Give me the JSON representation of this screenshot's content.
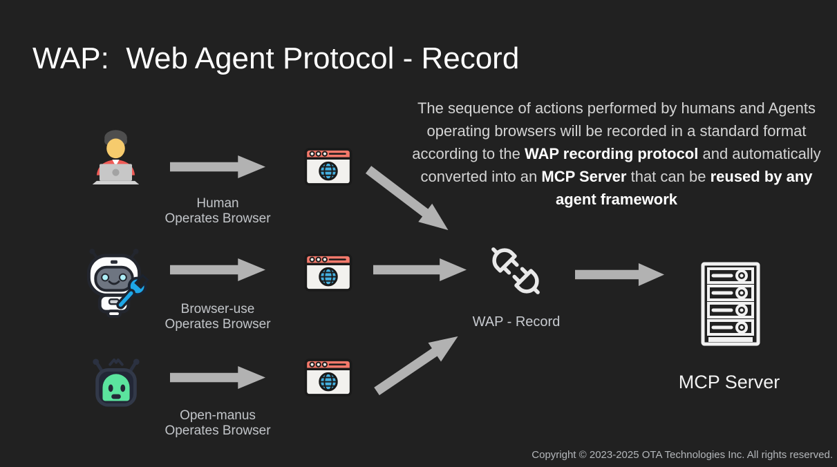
{
  "title": "WAP:  Web Agent Protocol - Record",
  "annotation": {
    "segments": [
      {
        "text": "The sequence of actions performed by humans and Agents operating browsers will be recorded in a standard format according to the ",
        "bold": false
      },
      {
        "text": "WAP recording protocol",
        "bold": true
      },
      {
        "text": " and automatically converted into an ",
        "bold": false
      },
      {
        "text": "MCP Server",
        "bold": true
      },
      {
        "text": " that can be ",
        "bold": false
      },
      {
        "text": "reused by any agent framework",
        "bold": true
      }
    ]
  },
  "rows": [
    {
      "label_line1": "Human",
      "label_line2": "Operates Browser",
      "icon": "human-at-laptop-icon"
    },
    {
      "label_line1": "Browser-use",
      "label_line2": "Operates Browser",
      "icon": "robot-wrench-icon"
    },
    {
      "label_line1": "Open-manus",
      "label_line2": "Operates Browser",
      "icon": "openmanus-robot-icon"
    }
  ],
  "nodes": {
    "wap_label": "WAP - Record",
    "mcp_label": "MCP Server"
  },
  "footer": {
    "copyright": "Copyright © 2023-2025 OTA Technologies Inc. All rights reserved."
  },
  "colors": {
    "background": "#212121",
    "arrow": "#b2b2b2",
    "title_text": "#ffffff",
    "body_text": "#d4d4d4",
    "muted_label_text": "#c2c5c9",
    "bold_text": "#ffffff",
    "browser_topbar_salmon": "#f4796b",
    "globe_blue": "#45b0e0",
    "wrench_blue": "#1ea7e8",
    "openmanus_green": "#5be49e",
    "shirt_red": "#ef5a55",
    "plug_icon": "#e9e9e9",
    "server_icon": "#f2f2f2"
  }
}
